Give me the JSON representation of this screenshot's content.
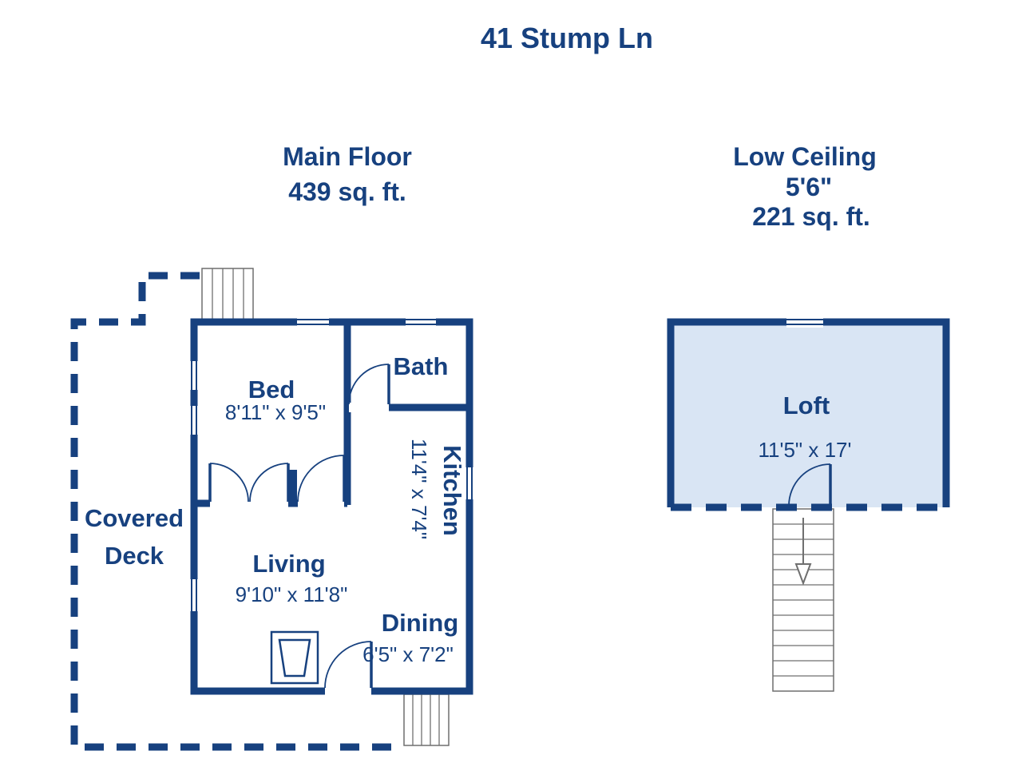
{
  "title": "41 Stump Ln",
  "colors": {
    "navy": "#17417f",
    "loft_fill": "#d9e5f4"
  },
  "main_floor": {
    "heading": [
      "Main Floor",
      "439 sq. ft."
    ],
    "rooms": {
      "bed": {
        "name": "Bed",
        "dims": "8'11\" x 9'5\""
      },
      "bath": {
        "name": "Bath"
      },
      "kitchen": {
        "name": "Kitchen",
        "dims": "11'4\" x 7'4\""
      },
      "living": {
        "name": "Living",
        "dims": "9'10\" x 11'8\""
      },
      "dining": {
        "name": "Dining",
        "dims": "6'5\" x 7'2\""
      },
      "deck": {
        "line1": "Covered",
        "line2": "Deck"
      }
    }
  },
  "low_ceiling": {
    "heading": [
      "Low Ceiling",
      "5'6\"",
      "221 sq. ft."
    ],
    "rooms": {
      "loft": {
        "name": "Loft",
        "dims": "11'5\" x 17'"
      }
    }
  }
}
